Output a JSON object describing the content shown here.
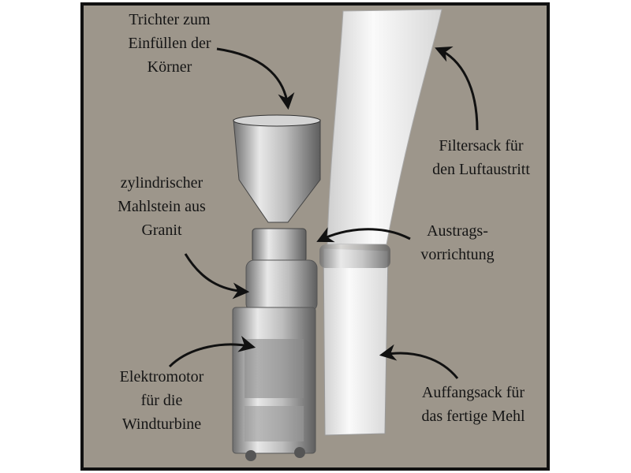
{
  "labels": {
    "hopper": [
      "Trichter zum",
      "Einfüllen der",
      "Körner"
    ],
    "millstone": [
      "zylindrischer",
      "Mahlstein aus",
      "Granit"
    ],
    "motor": [
      "Elektromotor",
      "für die",
      "Windturbine"
    ],
    "filter_bag": [
      "Filtersack für",
      "den Luftaustritt"
    ],
    "discharge": [
      "Austrags-",
      "vorrichtung"
    ],
    "collection_bag": [
      "Auffangsack für",
      "das fertige Mehl"
    ]
  },
  "colors": {
    "background": "#9d968b",
    "border": "#111111",
    "text": "#151515"
  }
}
